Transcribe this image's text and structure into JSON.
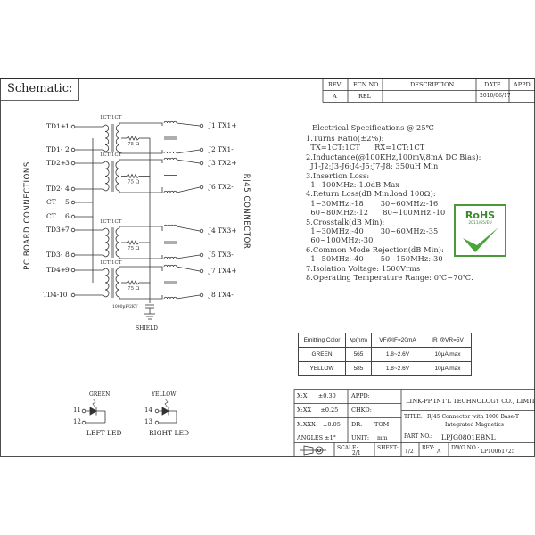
{
  "header": {
    "title": "Schematic:",
    "rev_table": {
      "headers": [
        "REV.",
        "ECN NO.",
        "DESCRIPTION",
        "DATE",
        "APPD"
      ],
      "row": [
        "A",
        "REL",
        "",
        "2010/06/17",
        ""
      ]
    }
  },
  "schematic": {
    "left_side_label": "PC BOARD CONNECTIONS",
    "right_side_label": "RJ45 CONNECTOR",
    "left_pins": [
      {
        "label": "TD1+",
        "num": "1"
      },
      {
        "label": "TD1-",
        "num": "2"
      },
      {
        "label": "TD2+",
        "num": "3"
      },
      {
        "label": "TD2-",
        "num": "4"
      },
      {
        "label": "CT",
        "num": "5"
      },
      {
        "label": "CT",
        "num": "6"
      },
      {
        "label": "TD3+",
        "num": "7"
      },
      {
        "label": "TD3-",
        "num": "8"
      },
      {
        "label": "TD4+",
        "num": "9"
      },
      {
        "label": "TD4-",
        "num": "10"
      }
    ],
    "right_pins": [
      "J1 TX1+",
      "J2 TX1-",
      "J3 TX2+",
      "J6 TX2-",
      "J4 TX3+",
      "J5 TX3-",
      "J7 TX4+",
      "J8 TX4-"
    ],
    "ratio_label": "1CT:1CT",
    "resistor_label": "75 Ω",
    "cap_label": "1000pF/2KV",
    "shield_label": "SHIELD"
  },
  "specs": {
    "title": "Electrical Specifications @ 25℃",
    "lines": [
      "1.Turns Ratio(±2%):",
      "  TX=1CT:1CT      RX=1CT:1CT",
      "2.Inductance(@100KHz,100mV,8mA DC Bias):",
      "  J1-J2;J3-J6;J4-J5;J7-J8: 350uH Min",
      "3.Insertion Loss:",
      "  1~100MHz:-1.0dB Max",
      "4.Return Loss(dB Min.load 100Ω):",
      "  1~30MHz:-18       30~60MHz:-16",
      "  60~80MHz:-12      80~100MHz:-10",
      "5.Crosstalk(dB Min):",
      "  1~30MHz:-40       30~60MHz:-35",
      "  60~100MHz:-30",
      "6.Common Mode Rejection(dB Min):",
      "  1~50MHz:-40       50~150MHz:-30",
      "7.Isolation Voltage: 1500Vrms",
      "8.Operating Temperature Range: 0℃~70℃."
    ]
  },
  "rohs": {
    "label": "RoHS",
    "sub": "2011/65/EU"
  },
  "led_table": {
    "headers": [
      "Emitting Color",
      "λp(nm)",
      "VF@IF=20mA",
      "IR @VR=5V"
    ],
    "rows": [
      [
        "GREEN",
        "565",
        "1.8~2.6V",
        "10μA max"
      ],
      [
        "YELLOW",
        "585",
        "1.8~2.6V",
        "10μA max"
      ]
    ]
  },
  "leds": {
    "green": {
      "color": "GREEN",
      "pin_a": "11",
      "pin_b": "12",
      "caption": "LEFT LED"
    },
    "yellow": {
      "color": "YELLOW",
      "pin_a": "14",
      "pin_b": "13",
      "caption": "RIGHT LED"
    }
  },
  "title_block": {
    "tol1": "X:X      ±0.30",
    "tol2": "X:XX     ±0.25",
    "tol3": "X:XXX    ±0.05",
    "angles": "ANGLES ±1°",
    "appd": "APPD:",
    "chkd": "CHKD:",
    "dr": "DR:",
    "dr_name": "TOM",
    "unit": "UNIT:",
    "unit_val": "mm",
    "scale": "SCALE:",
    "scale_val": "2/1",
    "sheet": "SHEET:",
    "sheet_val": "1/2",
    "company": "LINK-PP INT'L TECHNOLOGY CO., LIMITED",
    "title_label": "TITLE:",
    "title_line1": "RJ45 Connector with 1000 Base-T",
    "title_line2": "Integrated Magnetics",
    "part_label": "PART NO.:",
    "part_no": "LPJG0801EBNL",
    "rev_label": "REV:",
    "rev_val": "A",
    "dwg_label": "DWG NO.:",
    "dwg_no": "LP10061725"
  }
}
